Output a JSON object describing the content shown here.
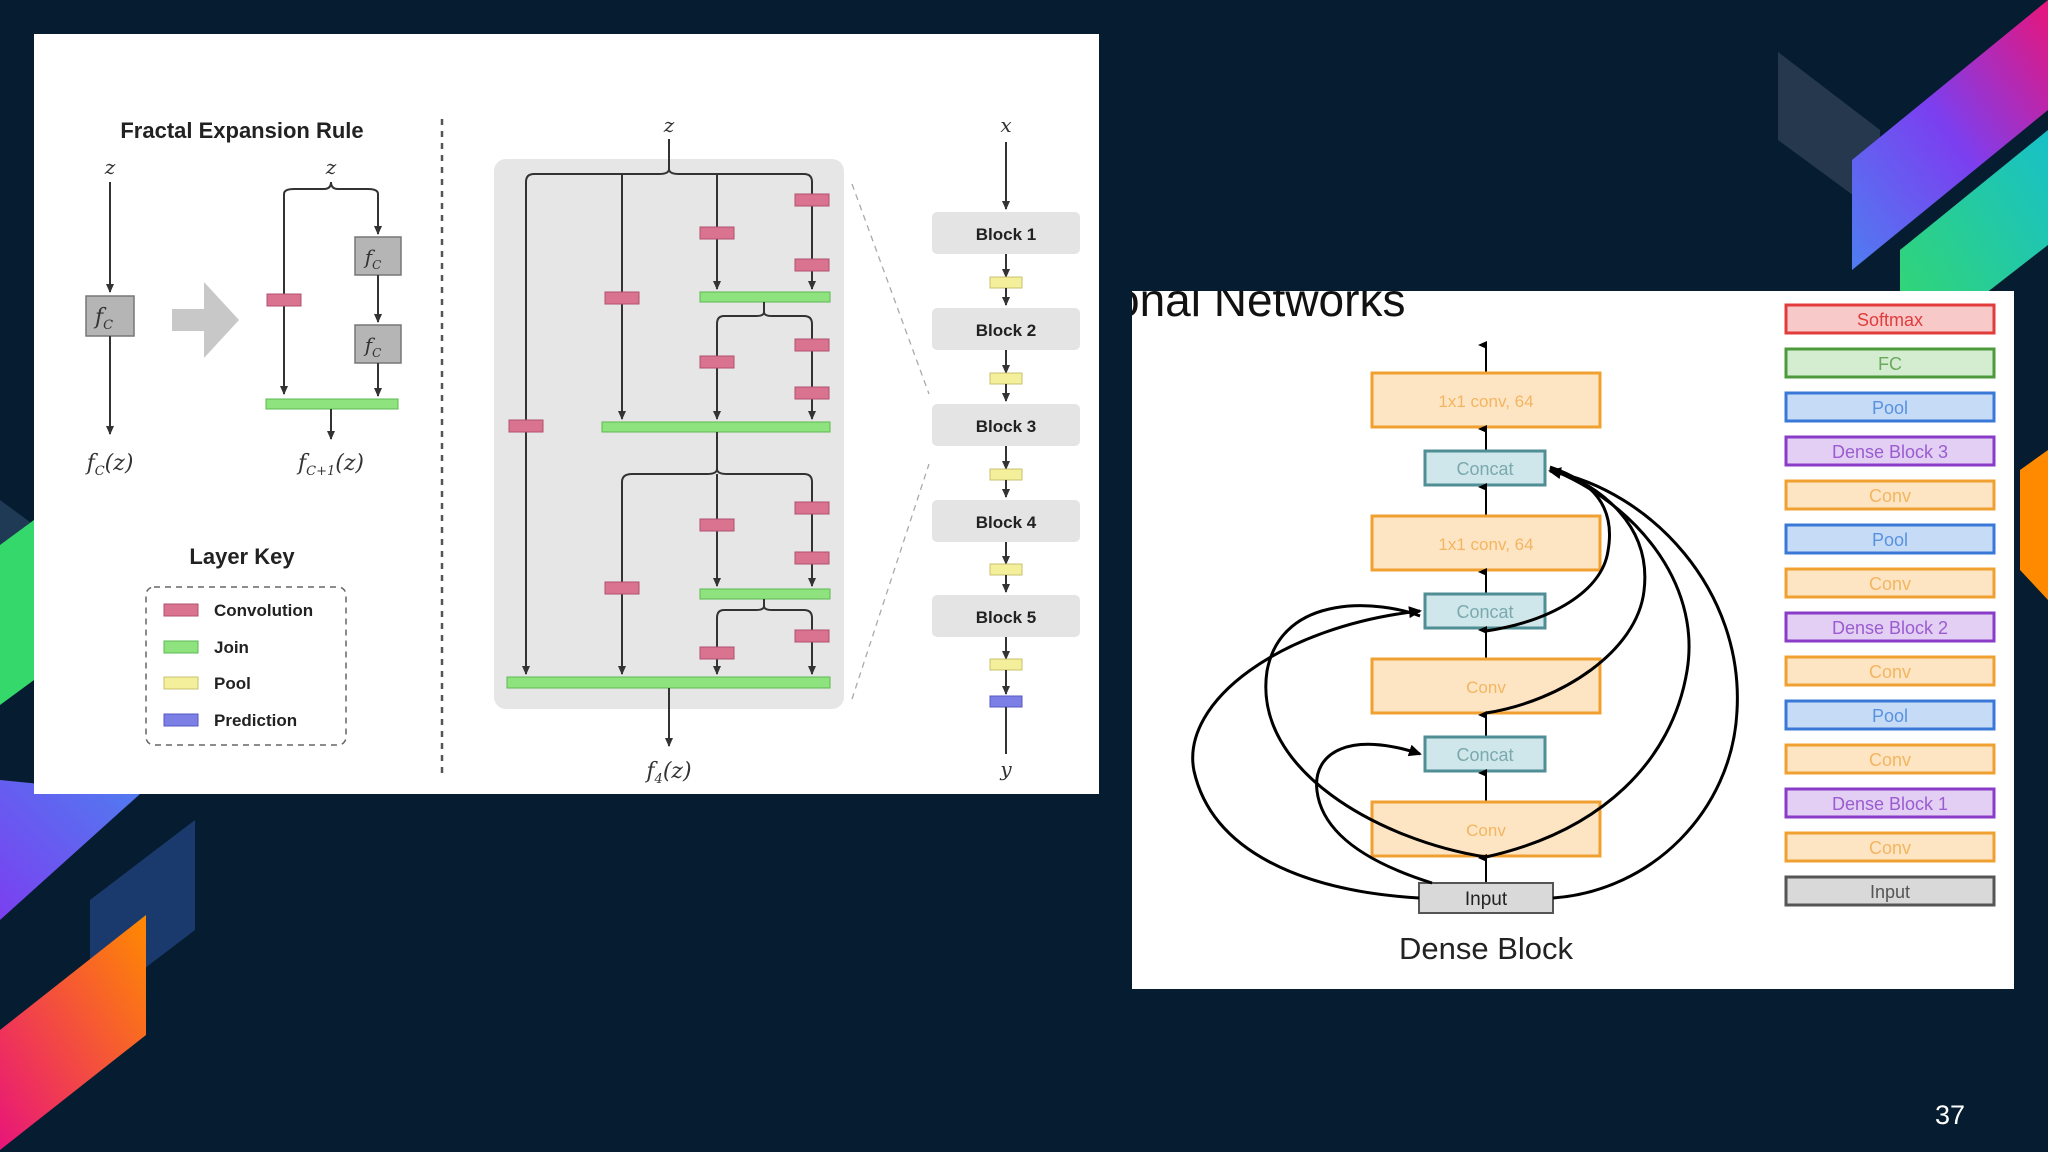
{
  "slide": {
    "page_number": "37",
    "colors": {
      "background": "#061c30",
      "ribbon_magenta": "#e8157a",
      "ribbon_orange": "#ff8a00",
      "ribbon_blue": "#4f7df0",
      "ribbon_green": "#35d86a",
      "ribbon_purple": "#7b3ff0"
    }
  },
  "fractal_figure": {
    "expansion_title": "Fractal Expansion Rule",
    "z_label": "z",
    "fc_label": "f",
    "fc_sub": "C",
    "fc_of_z": "f",
    "fc_of_z_sub": "C",
    "fc_of_z_arg": "(z)",
    "fc1_of_z": "f",
    "fc1_of_z_sub": "C+1",
    "fc1_of_z_arg": "(z)",
    "f4_of_z": "f",
    "f4_sub": "4",
    "f4_arg": "(z)",
    "x_label": "x",
    "y_label": "y",
    "blocks": [
      "Block 1",
      "Block 2",
      "Block 3",
      "Block 4",
      "Block 5"
    ],
    "layer_key": {
      "title": "Layer Key",
      "items": [
        {
          "label": "Convolution",
          "color": "#d9738f"
        },
        {
          "label": "Join",
          "color": "#8fe37f"
        },
        {
          "label": "Pool",
          "color": "#f4ef9a"
        },
        {
          "label": "Prediction",
          "color": "#7b7fe6"
        }
      ]
    }
  },
  "dense_figure": {
    "clipped_title": "onal Networks",
    "caption": "Dense Block",
    "stack": [
      "1x1 conv, 64",
      "Concat",
      "1x1 conv, 64",
      "Concat",
      "Conv",
      "Concat",
      "Conv",
      "Input"
    ],
    "legend": [
      {
        "label": "Softmax",
        "color": "#e23b3b",
        "fill": "#f7c9c9"
      },
      {
        "label": "FC",
        "color": "#4c9a3c",
        "fill": "#d4ecd0"
      },
      {
        "label": "Pool",
        "color": "#3a78d8",
        "fill": "#c5dbf6"
      },
      {
        "label": "Dense Block 3",
        "color": "#8a3cc8",
        "fill": "#e2cff3"
      },
      {
        "label": "Conv",
        "color": "#f0a030",
        "fill": "#fde5c4"
      },
      {
        "label": "Pool",
        "color": "#3a78d8",
        "fill": "#c5dbf6"
      },
      {
        "label": "Conv",
        "color": "#f0a030",
        "fill": "#fde5c4"
      },
      {
        "label": "Dense Block 2",
        "color": "#8a3cc8",
        "fill": "#e2cff3"
      },
      {
        "label": "Conv",
        "color": "#f0a030",
        "fill": "#fde5c4"
      },
      {
        "label": "Pool",
        "color": "#3a78d8",
        "fill": "#c5dbf6"
      },
      {
        "label": "Conv",
        "color": "#f0a030",
        "fill": "#fde5c4"
      },
      {
        "label": "Dense Block 1",
        "color": "#8a3cc8",
        "fill": "#e2cff3"
      },
      {
        "label": "Conv",
        "color": "#f0a030",
        "fill": "#fde5c4"
      },
      {
        "label": "Input",
        "color": "#555555",
        "fill": "#d9d9d9"
      }
    ]
  }
}
